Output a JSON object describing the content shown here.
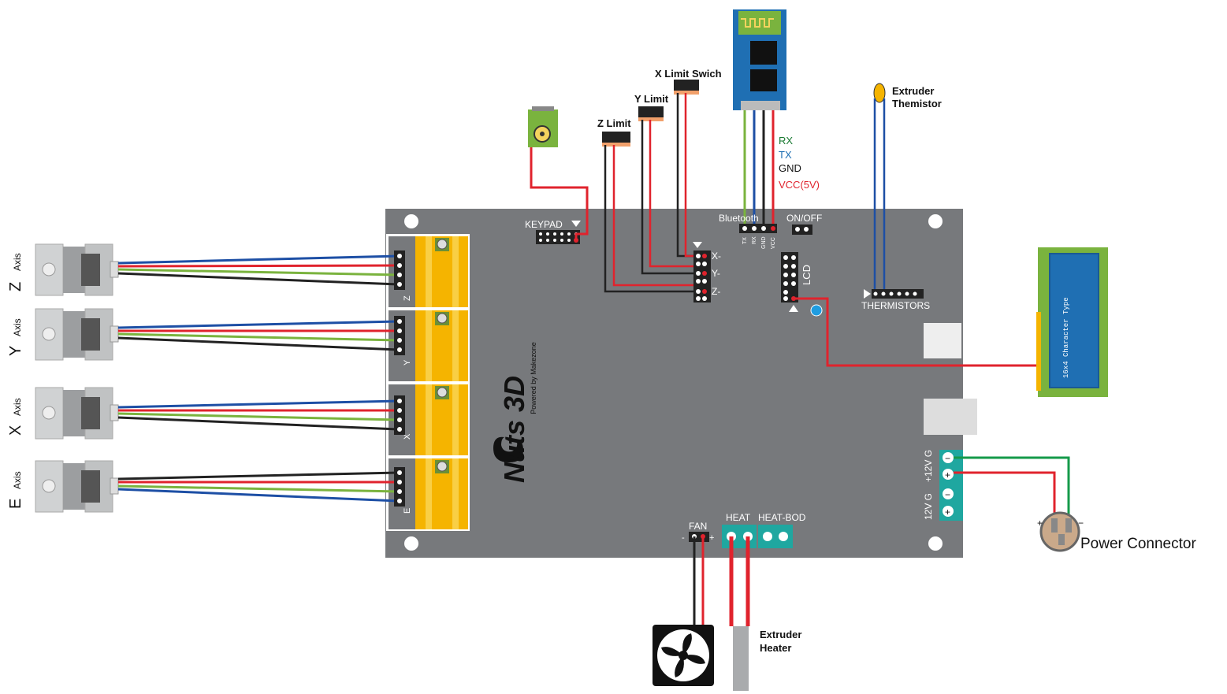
{
  "motors": {
    "z": {
      "letter": "Z",
      "axis": "Axis"
    },
    "y": {
      "letter": "Y",
      "axis": "Axis"
    },
    "x": {
      "letter": "X",
      "axis": "Axis"
    },
    "e": {
      "letter": "E",
      "axis": "Axis"
    }
  },
  "board": {
    "logo": "Nuts 3D",
    "powered_by": "Powered by Makezone",
    "keypad": "KEYPAD",
    "bluetooth": "Bluetooth",
    "bt_pins": [
      "TX",
      "RX",
      "GND",
      "VCC"
    ],
    "on_off": "ON/OFF",
    "lcd": "LCD",
    "thermistors": "THERMISTORS",
    "endstops": [
      "X-",
      "Y-",
      "Z-"
    ],
    "driver_labels": [
      "Z",
      "Y",
      "X",
      "E"
    ],
    "fan": "FAN",
    "fan_minus": "-",
    "fan_plus": "+",
    "heat": "HEAT",
    "heat_bod": "HEAT-BOD",
    "power_top": "+12V G",
    "power_bottom": "12V G",
    "minus": "−",
    "plus": "+"
  },
  "limits": {
    "x": "X Limit Swich",
    "y": "Y Limit",
    "z": "Z Limit"
  },
  "bluetooth_wires": {
    "rx": "RX",
    "tx": "TX",
    "gnd": "GND",
    "vcc": "VCC(5V)"
  },
  "thermistor": {
    "line1": "Extruder",
    "line2": "Themistor"
  },
  "heater": {
    "line1": "Extruder",
    "line2": "Heater"
  },
  "lcd_module": {
    "text": "16x4 Character Type"
  },
  "power_connector": {
    "label": "Power Connector",
    "plus": "+",
    "minus": "−"
  },
  "colors": {
    "board": "#77797c",
    "driver": "#f5b400",
    "wire_red": "#e0232d",
    "wire_black": "#222222",
    "wire_blue": "#1d4fa5",
    "wire_green": "#7ab33e",
    "rx_text": "#1a7a32",
    "tx_text": "#1f6fb3",
    "vcc_text": "#e0232d",
    "terminal": "#1fa7a0"
  }
}
